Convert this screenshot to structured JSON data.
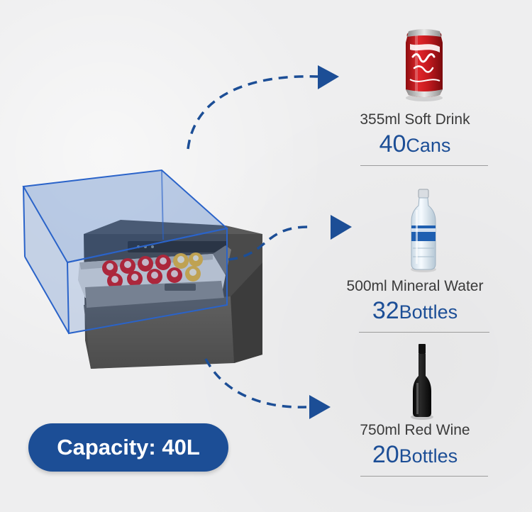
{
  "colors": {
    "accent_blue": "#1c4e96",
    "text_gray": "#3a3a3a",
    "background": "#eeeeef"
  },
  "items": [
    {
      "description": "355ml Soft Drink",
      "count": "40",
      "unit": "Cans",
      "icon": "soda-can-icon"
    },
    {
      "description": "500ml Mineral Water",
      "count": "32",
      "unit": "Bottles",
      "icon": "water-bottle-icon"
    },
    {
      "description": "750ml Red Wine",
      "count": "20",
      "unit": "Bottles",
      "icon": "wine-bottle-icon"
    }
  ],
  "capacity_label": "Capacity: 40L"
}
